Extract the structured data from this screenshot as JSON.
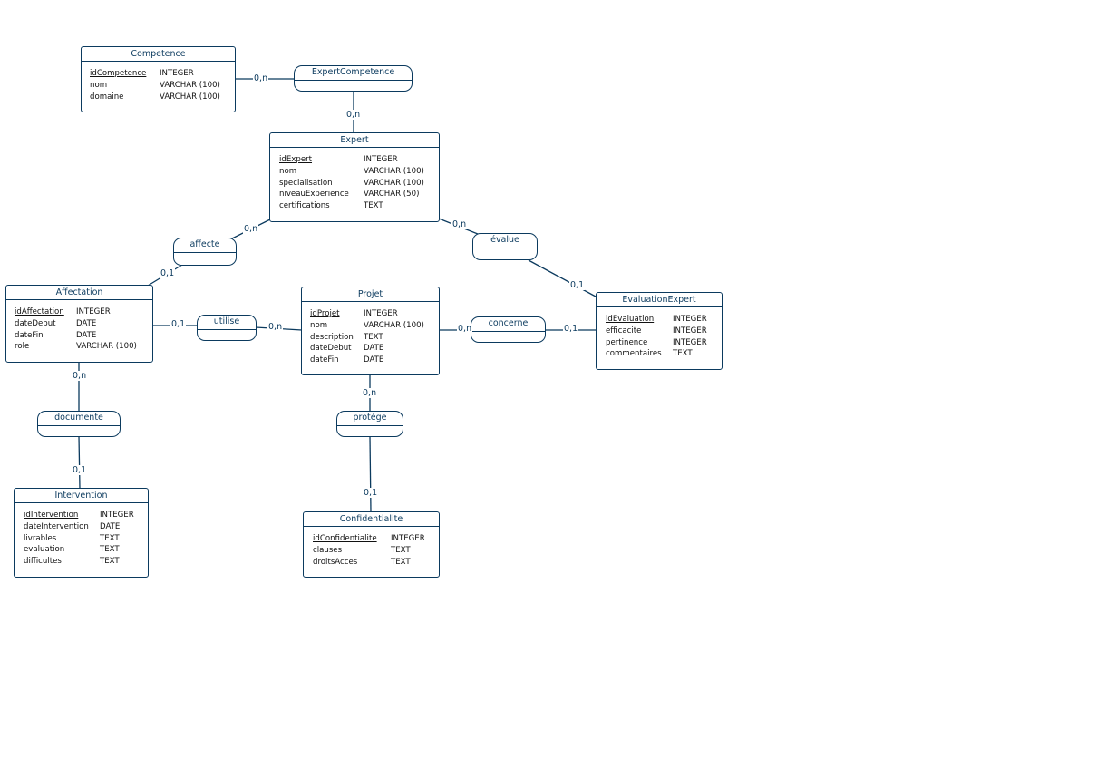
{
  "entities": [
    {
      "id": "competence",
      "name": "Competence",
      "attributes": [
        {
          "name": "idCompetence",
          "type": "INTEGER",
          "pk": true
        },
        {
          "name": "nom",
          "type": "VARCHAR (100)"
        },
        {
          "name": "domaine",
          "type": "VARCHAR (100)"
        }
      ]
    },
    {
      "id": "expert",
      "name": "Expert",
      "attributes": [
        {
          "name": "idExpert",
          "type": "INTEGER",
          "pk": true
        },
        {
          "name": "nom",
          "type": "VARCHAR (100)"
        },
        {
          "name": "specialisation",
          "type": "VARCHAR (100)"
        },
        {
          "name": "niveauExperience",
          "type": "VARCHAR (50)"
        },
        {
          "name": "certifications",
          "type": "TEXT"
        }
      ]
    },
    {
      "id": "affectation",
      "name": "Affectation",
      "attributes": [
        {
          "name": "idAffectation",
          "type": "INTEGER",
          "pk": true
        },
        {
          "name": "dateDebut",
          "type": "DATE"
        },
        {
          "name": "dateFin",
          "type": "DATE"
        },
        {
          "name": "role",
          "type": "VARCHAR (100)"
        }
      ]
    },
    {
      "id": "projet",
      "name": "Projet",
      "attributes": [
        {
          "name": "idProjet",
          "type": "INTEGER",
          "pk": true
        },
        {
          "name": "nom",
          "type": "VARCHAR (100)"
        },
        {
          "name": "description",
          "type": "TEXT"
        },
        {
          "name": "dateDebut",
          "type": "DATE"
        },
        {
          "name": "dateFin",
          "type": "DATE"
        }
      ]
    },
    {
      "id": "evaluationexpert",
      "name": "EvaluationExpert",
      "attributes": [
        {
          "name": "idEvaluation",
          "type": "INTEGER",
          "pk": true
        },
        {
          "name": "efficacite",
          "type": "INTEGER"
        },
        {
          "name": "pertinence",
          "type": "INTEGER"
        },
        {
          "name": "commentaires",
          "type": "TEXT"
        }
      ]
    },
    {
      "id": "intervention",
      "name": "Intervention",
      "attributes": [
        {
          "name": "idIntervention",
          "type": "INTEGER",
          "pk": true
        },
        {
          "name": "dateIntervention",
          "type": "DATE"
        },
        {
          "name": "livrables",
          "type": "TEXT"
        },
        {
          "name": "evaluation",
          "type": "TEXT"
        },
        {
          "name": "difficultes",
          "type": "TEXT"
        }
      ]
    },
    {
      "id": "confidentialite",
      "name": "Confidentialite",
      "attributes": [
        {
          "name": "idConfidentialite",
          "type": "INTEGER",
          "pk": true
        },
        {
          "name": "clauses",
          "type": "TEXT"
        },
        {
          "name": "droitsAcces",
          "type": "TEXT"
        }
      ]
    }
  ],
  "associations": [
    {
      "id": "expertcompetence",
      "name": "ExpertCompetence"
    },
    {
      "id": "affecte",
      "name": "affecte"
    },
    {
      "id": "evalue",
      "name": "évalue"
    },
    {
      "id": "utilise",
      "name": "utilise"
    },
    {
      "id": "concerne",
      "name": "concerne"
    },
    {
      "id": "documente",
      "name": "documente"
    },
    {
      "id": "protege",
      "name": "protège"
    }
  ],
  "cardinalities": [
    {
      "id": "c1",
      "text": "0,n"
    },
    {
      "id": "c2",
      "text": "0,n"
    },
    {
      "id": "c3",
      "text": "0,n"
    },
    {
      "id": "c4",
      "text": "0,1"
    },
    {
      "id": "c5",
      "text": "0,n"
    },
    {
      "id": "c6",
      "text": "0,1"
    },
    {
      "id": "c7",
      "text": "0,1"
    },
    {
      "id": "c8",
      "text": "0,n"
    },
    {
      "id": "c9",
      "text": "0,n"
    },
    {
      "id": "c10",
      "text": "0,1"
    },
    {
      "id": "c11",
      "text": "0,n"
    },
    {
      "id": "c12",
      "text": "0,1"
    },
    {
      "id": "c13",
      "text": "0,n"
    },
    {
      "id": "c14",
      "text": "0,1"
    }
  ],
  "colors": {
    "line": "#0b3a5e",
    "title": "#0b3a5e"
  }
}
